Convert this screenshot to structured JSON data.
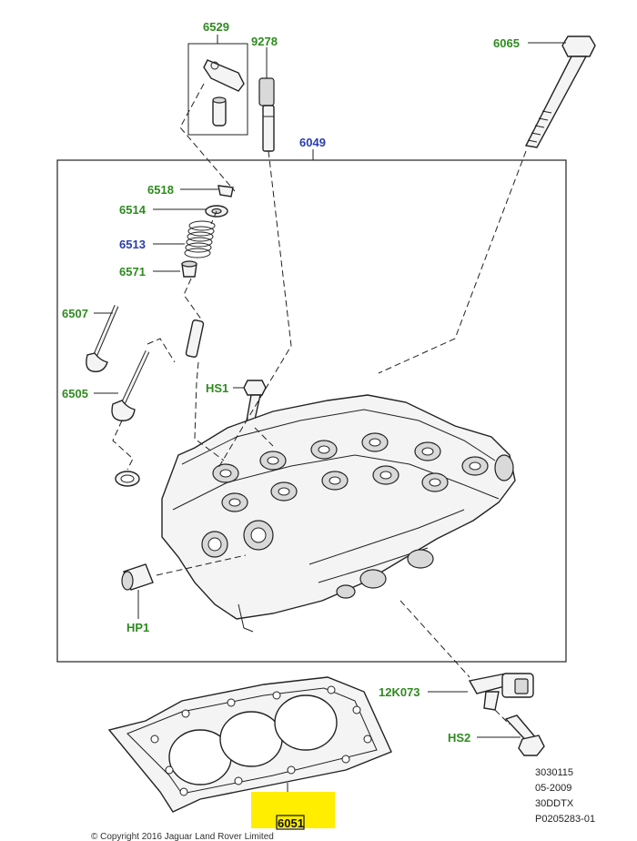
{
  "callouts": {
    "c6529": "6529",
    "c9278": "9278",
    "c6065": "6065",
    "c6049": "6049",
    "c6518": "6518",
    "c6514": "6514",
    "c6513": "6513",
    "c6571": "6571",
    "c6507": "6507",
    "c6505": "6505",
    "chs1": "HS1",
    "chp1": "HP1",
    "c12k073": "12K073",
    "chs2": "HS2",
    "c6051": "6051"
  },
  "reference": {
    "line1": "3030115",
    "line2": "05-2009",
    "line3": "30DDTX",
    "line4": "P0205283-01"
  },
  "copyright": "© Copyright 2016 Jaguar Land Rover Limited",
  "colors": {
    "green_label": "#2e8b1e",
    "blue_label": "#2a3db0",
    "highlight": "#ffee00"
  }
}
